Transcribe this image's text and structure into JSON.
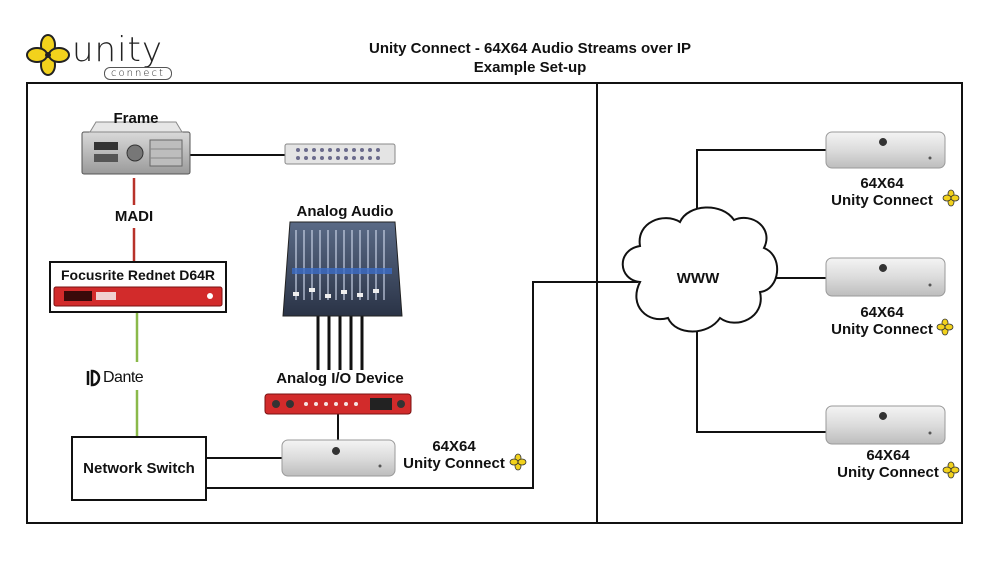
{
  "logo": {
    "word": "unity",
    "sub": "connect"
  },
  "title": {
    "line1": "Unity Connect - 64X64 Audio Streams over IP",
    "line2": "Example Set-up"
  },
  "nodes": {
    "frame": "Frame",
    "madi": "MADI",
    "focusrite": "Focusrite Rednet D64R",
    "dante": "Dante",
    "network_switch": "Network Switch",
    "analog_audio": "Analog Audio",
    "analog_io": "Analog I/O Device",
    "local_unit": {
      "line1": "64X64",
      "line2": "Unity Connect"
    },
    "www": "WWW",
    "remote_units": [
      {
        "line1": "64X64",
        "line2": "Unity Connect"
      },
      {
        "line1": "64X64",
        "line2": "Unity Connect"
      },
      {
        "line1": "64X64",
        "line2": "Unity Connect"
      }
    ]
  },
  "colors": {
    "madi_link": "#b8322a",
    "dante_link": "#8ab94a",
    "rednet_red": "#d22b2b",
    "logo_yellow": "#f2d21c"
  }
}
